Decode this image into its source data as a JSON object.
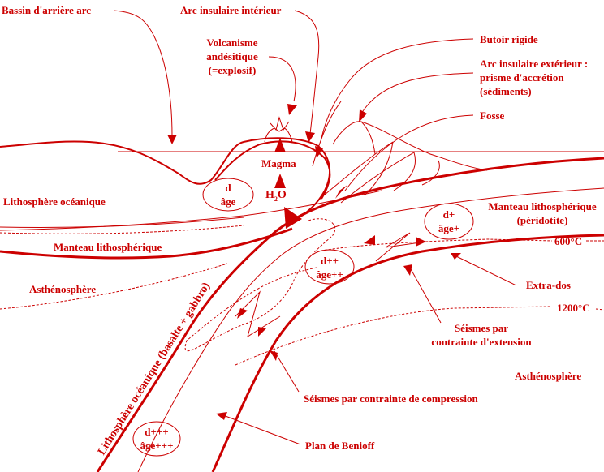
{
  "colors": {
    "ink": "#cc0000",
    "background": "#ffffff"
  },
  "labels": {
    "back_arc_basin": "Bassin d'arrière arc",
    "inner_island_arc": "Arc insulaire intérieur",
    "volcanism_line1": "Volcanisme",
    "volcanism_line2": "andésitique",
    "volcanism_line3": "(=explosif)",
    "rigid_buttress": "Butoir rigide",
    "outer_arc_line1": "Arc insulaire extérieur :",
    "outer_arc_line2": "prisme d'accrétion",
    "outer_arc_line3": "(sédiments)",
    "trench": "Fosse",
    "magma": "Magma",
    "water_h": "H",
    "water_sub": "2",
    "water_o": "O",
    "oceanic_lithosphere_left": "Lithosphère océanique",
    "lithospheric_mantle_left": "Manteau lithosphérique",
    "asthenosphere_left": "Asthénosphère",
    "lithospheric_mantle_right_line1": "Manteau lithosphérique",
    "lithospheric_mantle_right_line2": "(péridotite)",
    "isotherm_600": "600°C",
    "isotherm_1200": "1200°C",
    "extrados": "Extra-dos",
    "extension_quakes_line1": "Séismes par",
    "extension_quakes_line2": "contrainte d'extension",
    "asthenosphere_right": "Asthénosphère",
    "compression_quakes": "Séismes par contrainte de compression",
    "benioff_plane": "Plan de Benioff",
    "slab_label": "Lithosphère océanique (basalte + gabbro)"
  },
  "density_age_bubbles": [
    {
      "density": "d",
      "age": "âge"
    },
    {
      "density": "d+",
      "age": "âge+"
    },
    {
      "density": "d++",
      "age": "âge++"
    },
    {
      "density": "d+++",
      "age": "âge+++"
    }
  ]
}
